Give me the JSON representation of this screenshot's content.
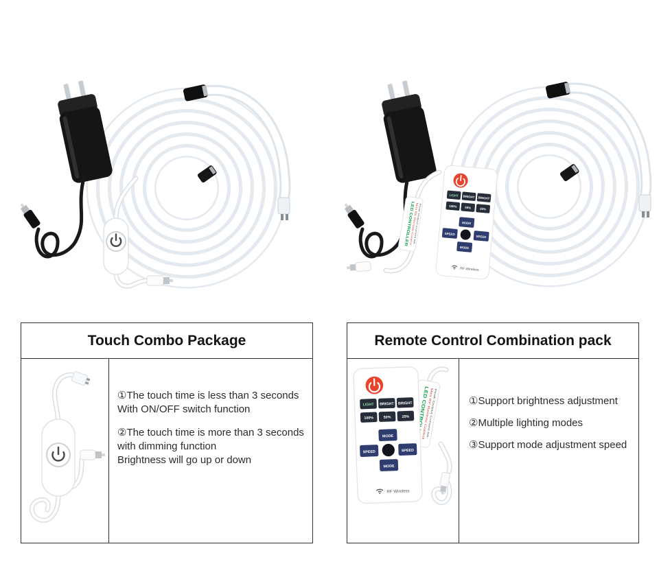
{
  "left_box": {
    "title": "Touch Combo Package",
    "para1": {
      "lines": [
        "①The touch time is less than 3 seconds",
        "With ON/OFF switch function"
      ]
    },
    "para2": {
      "lines": [
        "②The touch time is more than 3 seconds",
        "with dimming function",
        "Brightness will go up or down"
      ]
    }
  },
  "right_box": {
    "title": "Remote Control Combination pack",
    "items": [
      "①Support brightness adjustment",
      "②Multiple lighting modes",
      "③Support mode adjustment speed"
    ]
  },
  "remote": {
    "buttons": {
      "light": "LIGHT",
      "bright1": "BRIGHT",
      "bright2": "BRIGHT",
      "p100": "100%",
      "p50": "50%",
      "p25": "25%",
      "mode_up": "MODE",
      "speed_left": "SPEED",
      "speed_right": "SPEED",
      "mode_down": "MODE"
    },
    "footer": "RF Wireless"
  },
  "controller": {
    "label_green": "LED CONTROLLER",
    "label_red": "Mini RF Remote Control",
    "label_black": "Peak Output Current 6A"
  },
  "colors": {
    "power_button": "#e8432c",
    "dark_button": "#262d38",
    "blue_button": "#2f3c6e",
    "green_label": "#13a24a",
    "red_label": "#d43c2f"
  }
}
